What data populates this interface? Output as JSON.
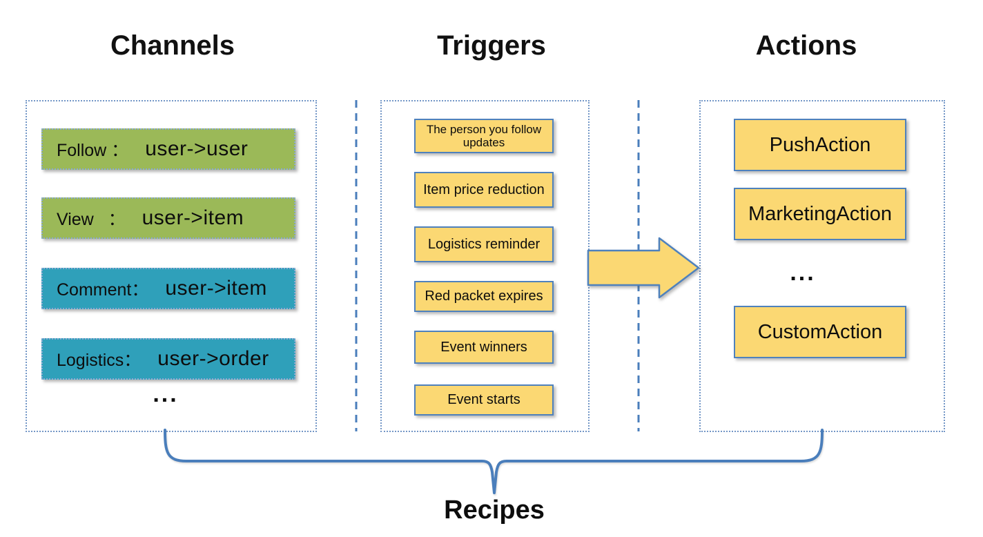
{
  "titles": {
    "channels": "Channels",
    "triggers": "Triggers",
    "actions": "Actions"
  },
  "columns": {
    "channels": {
      "items": [
        {
          "label": "Follow ：",
          "value": "user->user",
          "color": "#9bb958"
        },
        {
          "label": "View   ：",
          "value": "user->item",
          "color": "#9bb958"
        },
        {
          "label": "Comment：",
          "value": "user->item",
          "color": "#2fa0ba"
        },
        {
          "label": "Logistics：",
          "value": "user->order",
          "color": "#2fa0ba"
        }
      ],
      "ellipsis": "..."
    },
    "triggers": {
      "items": [
        {
          "label": "The person you follow updates"
        },
        {
          "label": "Item price reduction"
        },
        {
          "label": "Logistics reminder"
        },
        {
          "label": "Red packet expires"
        },
        {
          "label": "Event winners"
        },
        {
          "label": "Event starts"
        }
      ]
    },
    "actions": {
      "items": [
        {
          "label": "PushAction"
        },
        {
          "label": "MarketingAction"
        },
        {
          "label": "CustomAction"
        }
      ],
      "ellipsis": "..."
    }
  },
  "footer": {
    "label": "Recipes"
  },
  "colors": {
    "channel_green": "#9bb958",
    "channel_teal": "#2fa0ba",
    "box_yellow": "#fbd873",
    "box_border_blue": "#4e81bd",
    "dotted_border_blue": "#7296c6",
    "divider_blue": "#4a7ebb",
    "brace_blue": "#4a7ebb"
  }
}
